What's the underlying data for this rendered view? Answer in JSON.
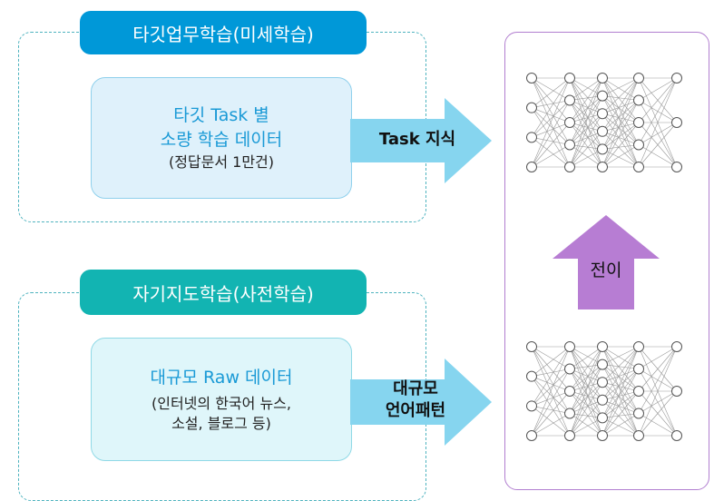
{
  "top": {
    "header": "타깃업무학습(미세학습)",
    "box_line1": "타깃 Task 별",
    "box_line2": "소량 학습 데이터",
    "box_line3": "(정답문서 1만건)",
    "arrow_label": "Task 지식"
  },
  "bottom": {
    "header": "자기지도학습(사전학습)",
    "box_line1": "대규모 Raw 데이터",
    "box_line2": "(인터넷의 한국어 뉴스,",
    "box_line3": "소설, 블로그 등)",
    "arrow_label_1": "대규모",
    "arrow_label_2": "언어패턴"
  },
  "transfer_label": "전이",
  "colors": {
    "header_top": "#0098d8",
    "header_bottom": "#12b4b2",
    "inner_top_fill": "#dff1fb",
    "inner_bottom_fill": "#dff6fa",
    "inner_text": "#1a9ad6",
    "arrow_fill": "#86d5ef",
    "transfer_arrow": "#b77dd3",
    "right_panel_border": "#b27fd0",
    "dashed_border": "#4fb3bf"
  }
}
